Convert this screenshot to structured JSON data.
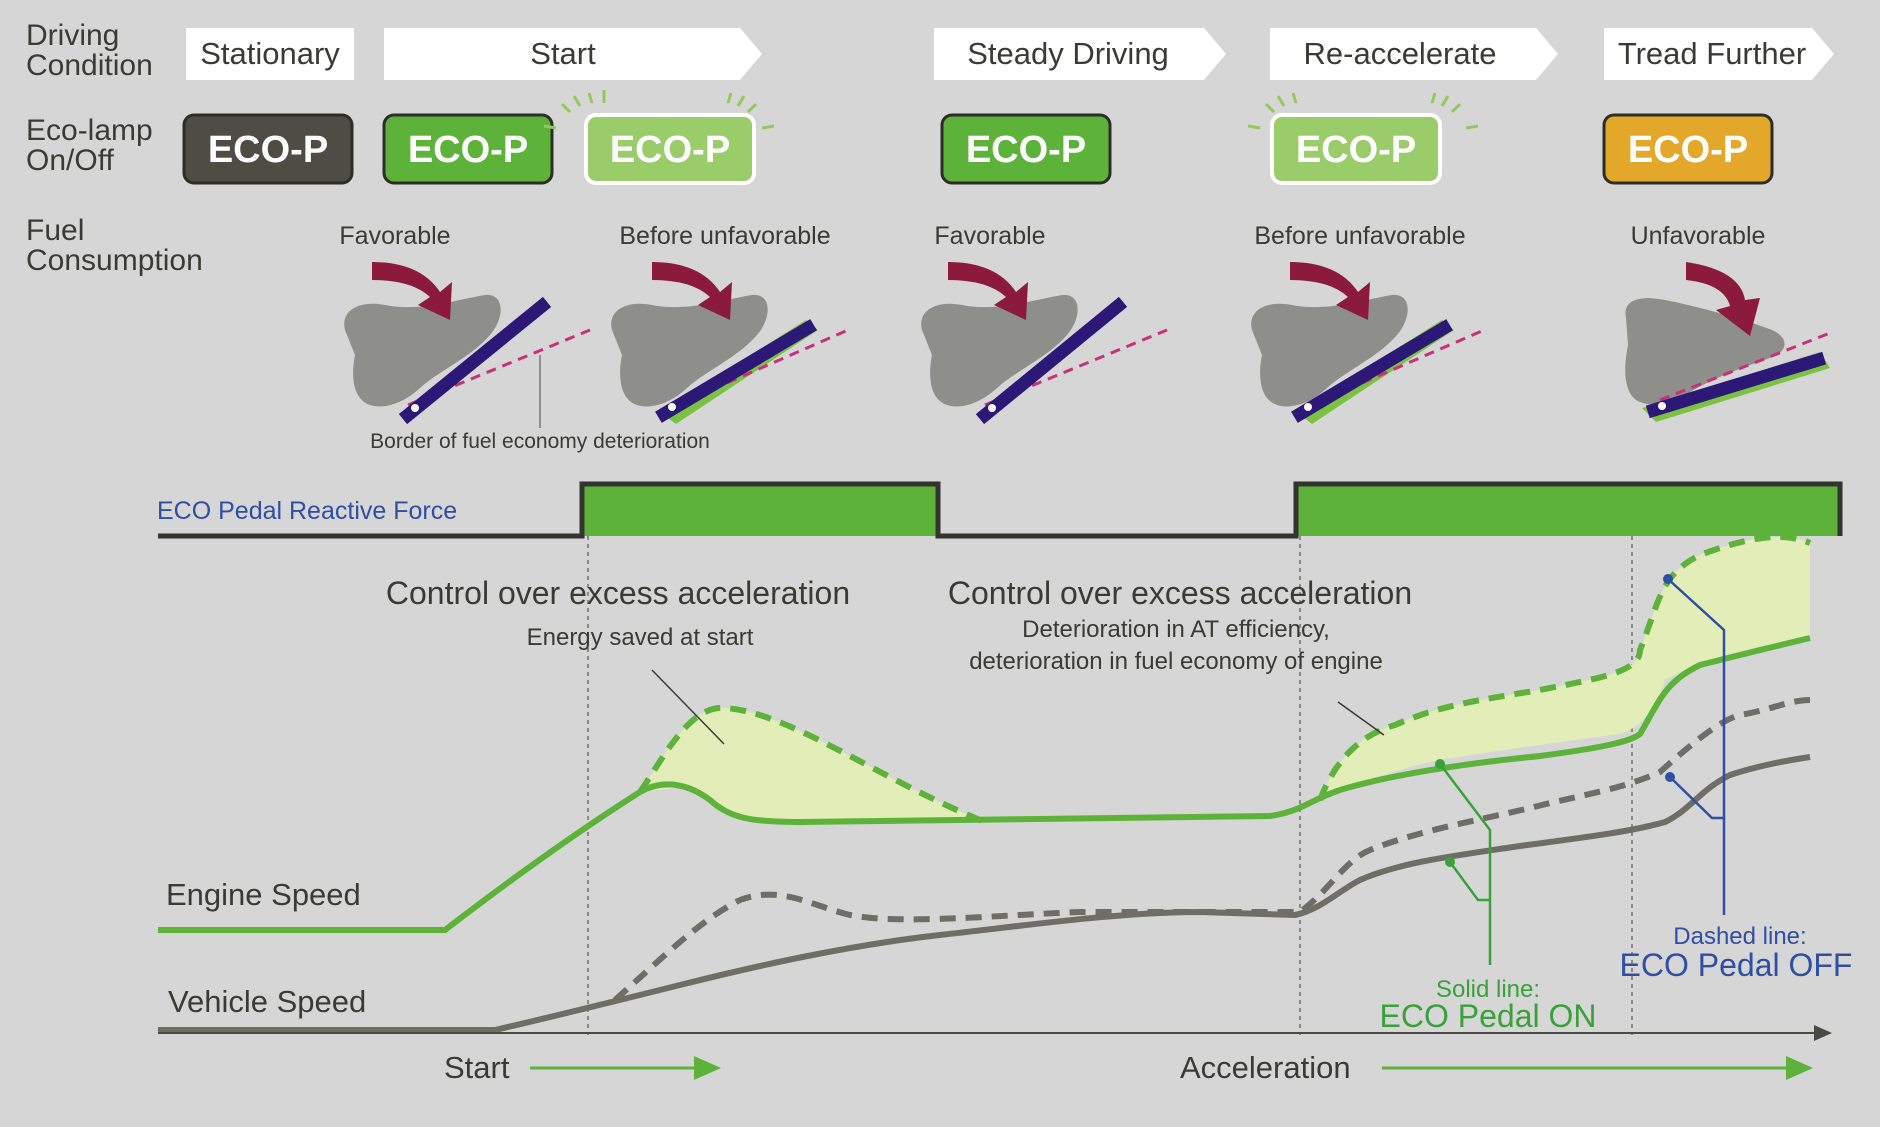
{
  "rows": {
    "driving_condition": "Driving\nCondition",
    "eco_lamp": "Eco-lamp\nOn/Off",
    "fuel_consumption": "Fuel\nConsumption"
  },
  "conditions": [
    {
      "label": "Stationary",
      "shape": "box"
    },
    {
      "label": "Start",
      "shape": "arrow"
    },
    {
      "label": "Steady Driving",
      "shape": "arrow"
    },
    {
      "label": "Re-accelerate",
      "shape": "arrow"
    },
    {
      "label": "Tread Further",
      "shape": "arrow"
    }
  ],
  "lamps": [
    {
      "label": "ECO-P",
      "state": "off",
      "fill": "#4d4d46",
      "border": "#2d2d28",
      "glow": false
    },
    {
      "label": "ECO-P",
      "state": "on",
      "fill": "#5db33a",
      "border": "#2d2d28",
      "glow": false
    },
    {
      "label": "ECO-P",
      "state": "blinking",
      "fill": "#9acd6a",
      "border": "#ffffff",
      "glow": true
    },
    {
      "label": "ECO-P",
      "state": "on",
      "fill": "#5db33a",
      "border": "#2d2d28",
      "glow": false
    },
    {
      "label": "ECO-P",
      "state": "blinking",
      "fill": "#9acd6a",
      "border": "#ffffff",
      "glow": true
    },
    {
      "label": "ECO-P",
      "state": "warning",
      "fill": "#e3a829",
      "border": "#2d2d28",
      "glow": false
    }
  ],
  "pedals": [
    {
      "label": "Favorable",
      "state": "favorable"
    },
    {
      "label": "Before unfavorable",
      "state": "before-unfavorable"
    },
    {
      "label": "Favorable",
      "state": "favorable"
    },
    {
      "label": "Before unfavorable",
      "state": "before-unfavorable"
    },
    {
      "label": "Unfavorable",
      "state": "unfavorable"
    }
  ],
  "border_label": "Border of fuel economy deterioration",
  "reactive_force_label": "ECO Pedal Reactive Force",
  "annotations": {
    "start_title": "Control over excess acceleration",
    "start_sub": "Energy saved at start",
    "accel_title": "Control over excess acceleration",
    "accel_sub1": "Deterioration in AT efficiency,",
    "accel_sub2": "deterioration in fuel economy of engine"
  },
  "series_labels": {
    "engine": "Engine Speed",
    "vehicle": "Vehicle Speed"
  },
  "legend": {
    "solid_caption": "Solid line:",
    "solid_name": "ECO Pedal ON",
    "dashed_caption": "Dashed line:",
    "dashed_name": "ECO Pedal OFF"
  },
  "phases": {
    "start": "Start",
    "acceleration": "Acceleration"
  },
  "colors": {
    "green": "#5db33a",
    "light_fill": "#e3edb8",
    "grey_line": "#6e6e66",
    "blue": "#2f4fa5",
    "purple_arrow": "#8b1a3c",
    "pedal": "#2b1877",
    "dashed_border": "#c8307a",
    "foot": "#8e8e8a"
  }
}
